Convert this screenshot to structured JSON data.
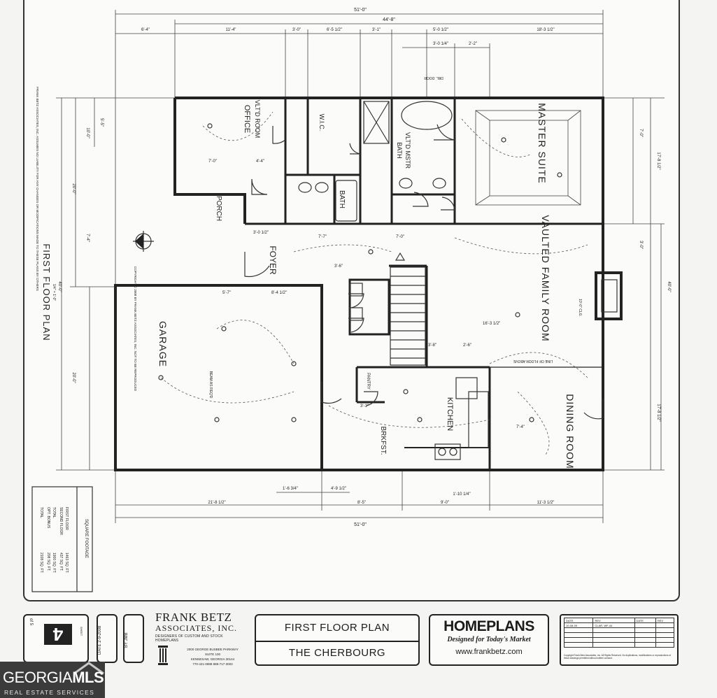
{
  "plan": {
    "title": "FIRST FLOOR PLAN",
    "scale": "1/4\" = 1'-0\"",
    "disclaimer": "FRANK BETZ ASSOCIATES, INC. ASSUMES NO LIABILITY FOR ANY CHANGES OR MODIFICATIONS MADE TO THESE PLANS BY OTHERS",
    "copyright_note": "COPYRIGHT © 2008 BY FRANK BETZ ASSOCIATES, INC. NOT TO BE REPRODUCED",
    "rooms": {
      "office": "OFFICE",
      "office_sub": "VLT'D ROOM",
      "bath": "BATH",
      "wic": "W.I.C.",
      "master_bath": "BATH",
      "master_bath_sub": "VLT'D MSTR",
      "master": "MASTER SUITE",
      "porch": "PORCH",
      "foyer": "FOYER",
      "family": "VAULTED FAMILY ROOM",
      "garage": "GARAGE",
      "pantry": "PANTRY",
      "kitchen": "KITCHEN",
      "brkfst": "BRKFST.",
      "dining": "DINING ROOM"
    },
    "dims_top": [
      "51'-0\"",
      "44'-8\"",
      "6'-4\"",
      "11'-4\"",
      "3'-0\"",
      "6'-5 1/2\"",
      "3'-1\"",
      "5'-0 1/2\"",
      "18'-3 1/2\"",
      "3'-0 1/4\"",
      "2'-2\""
    ],
    "dims_left": [
      "10'-0\"",
      "20'-0\"",
      "40'-0\"",
      "5'-5\"",
      "7'-4\"",
      "20'-0\""
    ],
    "dims_right": [
      "17'-8 1/2\"",
      "40'-0\"",
      "17'-8 1/2\"",
      "7'-0\"",
      "3'-0\""
    ],
    "dims_bottom": [
      "51'-0\"",
      "21'-8 1/2\"",
      "8'-5\"",
      "9'-0\"",
      "11'-3 1/2\"",
      "1'-6 3/4\"",
      "4'-9 1/2\"",
      "1'-10 1/4\""
    ],
    "interior_dims": [
      "7'-0\"",
      "4'-4\"",
      "3'-0 1/2\"",
      "7'-7\"",
      "3'-6\"",
      "5'-7\"",
      "8'-4 1/2\"",
      "16'-3 1/2\"",
      "2'-6\"",
      "3'-1\"",
      "7'-4\"",
      "7'-0\"",
      "3'-8\""
    ],
    "notes": [
      "BEAM AS REQ'D",
      "LINE OF FLOOR ABOVE",
      "DBL. DOOR",
      "10'-0\" CLG."
    ]
  },
  "square_footage": {
    "heading": "SQUARE FOOTAGE",
    "rows": [
      {
        "label": "FIRST FLOOR",
        "value": "1463 SQ. FT."
      },
      {
        "label": "SECOND FLOOR",
        "value": "437 SQ. FT."
      },
      {
        "label": "TOTAL",
        "value": "1900 SQ. FT."
      },
      {
        "label": "OPT. BONUS",
        "value": "208 SQ. FT."
      },
      {
        "label": "TOTAL",
        "value": "2108 SQ. FT."
      }
    ]
  },
  "title_block": {
    "sheet_label": "SHEET",
    "sheet_number": "4",
    "sheet_of": "of 5",
    "date_label": "DATE",
    "date_value": "2-9-2008",
    "by_label": "BY",
    "by_value": "JMB",
    "company_name": "FRANK BETZ",
    "company_name2": "ASSOCIATES, INC.",
    "company_tag": "DESIGNERS OF CUSTOM AND STOCK HOMEPLANS",
    "company_address": [
      "2000 GEORGE BUSBEE PARKWAY",
      "SUITE 100",
      "KENNESAW, GEORGIA 30144",
      "770-421-0988     888-717-3003"
    ],
    "sheet_title": "FIRST FLOOR PLAN",
    "plan_name": "THE CHERBOURG",
    "brand": "HOMEPLANS",
    "brand_tagline": "Designed for Today's Market",
    "brand_url": "www.frankbetz.com",
    "revision_headers": [
      "DATE",
      "REV",
      "DATE",
      "REV"
    ],
    "revision_rows": [
      [
        "10-08-09",
        "CLAR. WF-44",
        "",
        ""
      ]
    ],
    "fine_print": "Copyright Frank Betz Associates, Inc. All Rights Reserved. No duplications, modifications or reproductions of these drawings permitted without written consent."
  },
  "watermark": {
    "brand": "GEORGIA",
    "brand_bold": "MLS",
    "tagline": "REAL ESTATE SERVICES"
  },
  "colors": {
    "line": "#222222",
    "paper": "#fbfbfa",
    "watermark_bg": "#3b3b3b"
  }
}
